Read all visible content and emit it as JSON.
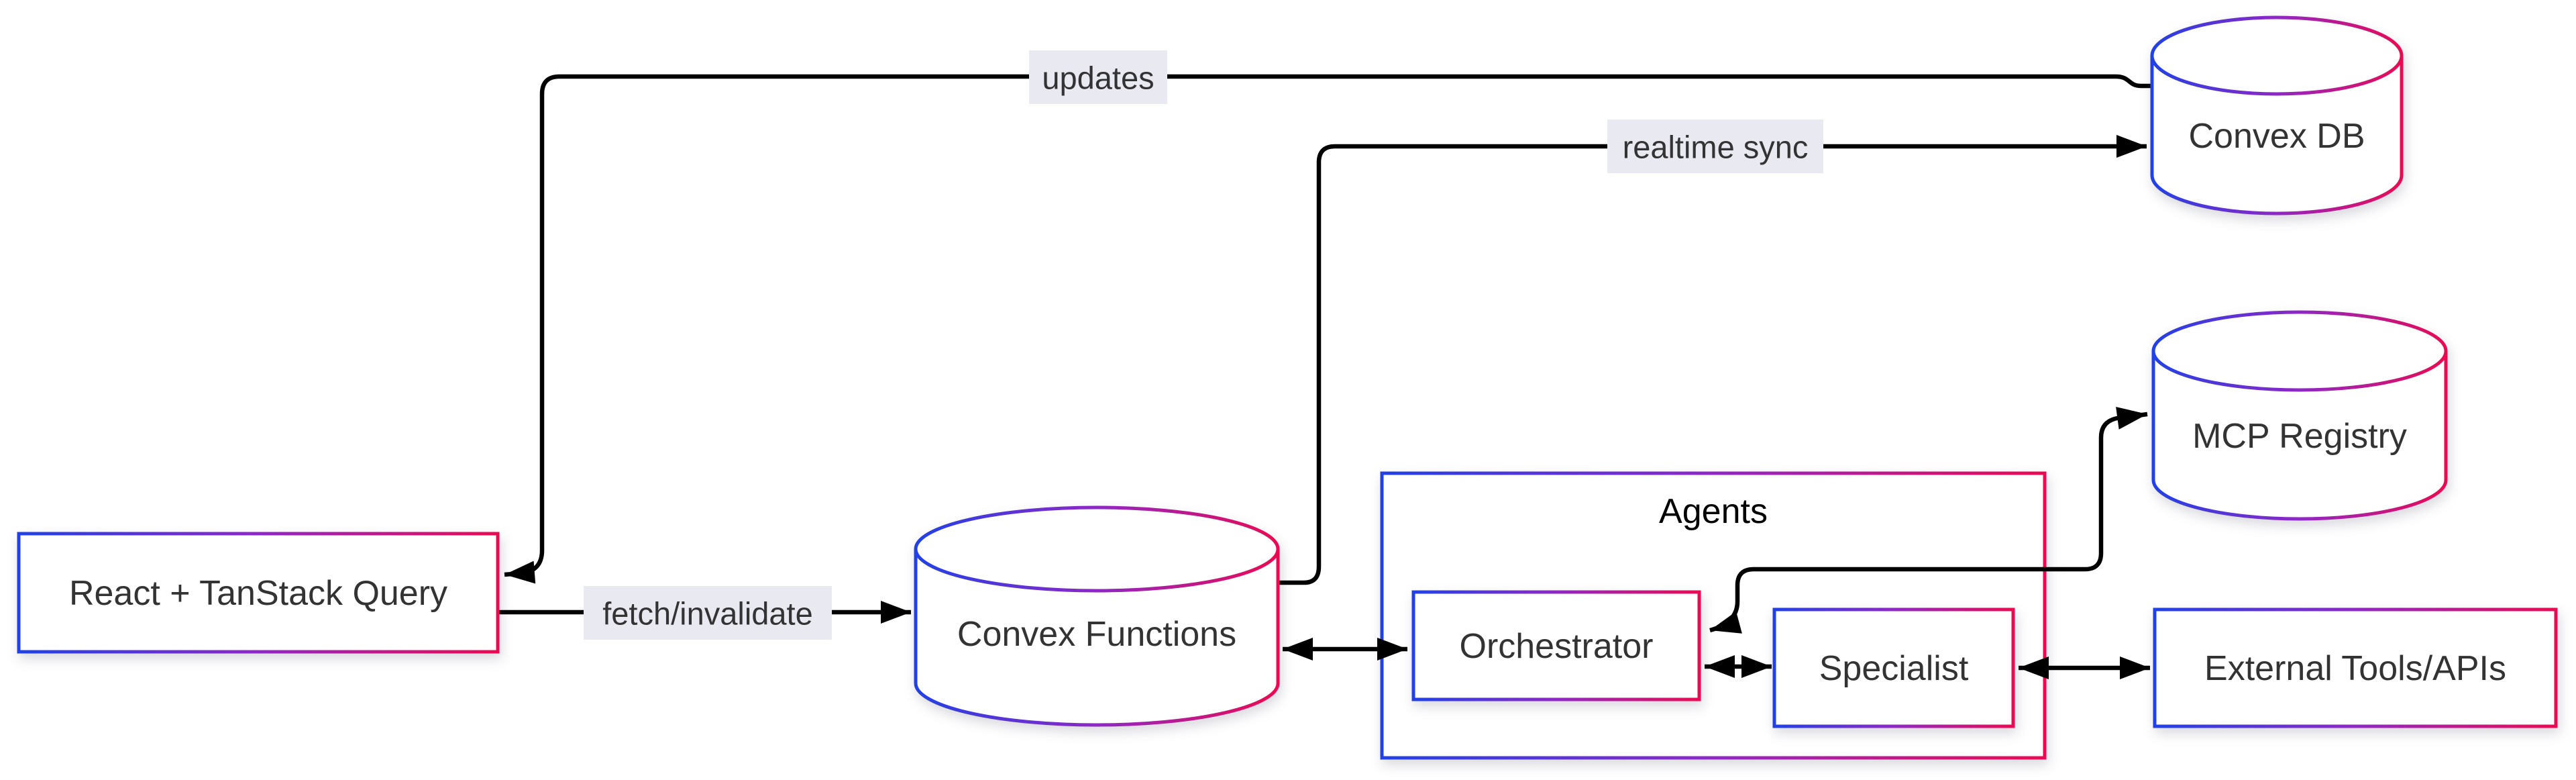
{
  "diagram_type": "flowchart",
  "colors": {
    "gradStart": "#2141e6",
    "gradMid": "#8f27c6",
    "gradEnd": "#eb0a52",
    "edge": "#000000",
    "labelBg": "#e9e9f2",
    "nodeText": "#333333",
    "titleText": "#000000",
    "bg": "#ffffff"
  },
  "nodes": {
    "react": {
      "label": "React + TanStack Query",
      "shape": "rectangle"
    },
    "convex_functions": {
      "label": "Convex Functions",
      "shape": "cylinder"
    },
    "orchestrator": {
      "label": "Orchestrator",
      "shape": "rectangle"
    },
    "specialist": {
      "label": "Specialist",
      "shape": "rectangle"
    },
    "convex_db": {
      "label": "Convex DB",
      "shape": "cylinder"
    },
    "mcp_registry": {
      "label": "MCP Registry",
      "shape": "cylinder"
    },
    "external_tools": {
      "label": "External Tools/APIs",
      "shape": "rectangle"
    }
  },
  "subgraph": {
    "label": "Agents",
    "children": [
      "orchestrator",
      "specialist"
    ]
  },
  "edges": [
    {
      "from": "react",
      "to": "convex_functions",
      "label": "fetch/invalidate",
      "direction": "forward"
    },
    {
      "from": "convex_db",
      "to": "react",
      "label": "updates",
      "direction": "forward"
    },
    {
      "from": "convex_functions",
      "to": "convex_db",
      "label": "realtime sync",
      "direction": "forward"
    },
    {
      "from": "convex_functions",
      "to": "orchestrator",
      "label": "",
      "direction": "both"
    },
    {
      "from": "orchestrator",
      "to": "specialist",
      "label": "",
      "direction": "both"
    },
    {
      "from": "orchestrator",
      "to": "mcp_registry",
      "label": "",
      "direction": "both"
    },
    {
      "from": "specialist",
      "to": "external_tools",
      "label": "",
      "direction": "both"
    }
  ]
}
